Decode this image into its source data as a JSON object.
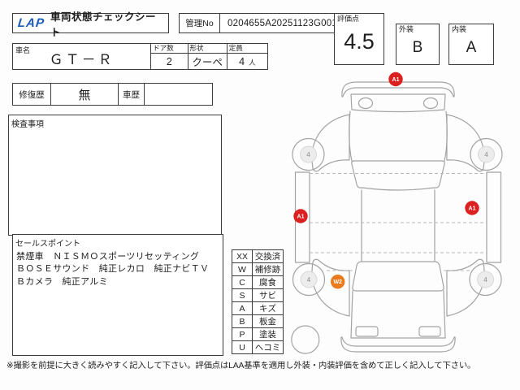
{
  "header": {
    "logo": "LAP",
    "title": "車両状態チェックシート",
    "control_no_label": "管理No",
    "control_no_value": "0204655A20251123G001"
  },
  "scores": {
    "overall_label": "評価点",
    "overall_value": "4.5",
    "exterior_label": "外装",
    "exterior_value": "B",
    "interior_label": "内装",
    "interior_value": "A"
  },
  "vehicle": {
    "name_label": "車名",
    "name_value": "ＧＴ－Ｒ",
    "doors_label": "ドア数",
    "doors_value": "2",
    "shape_label": "形状",
    "shape_value": "クーペ",
    "capacity_label": "定員",
    "capacity_value": "4",
    "capacity_unit": "人"
  },
  "history": {
    "repair_label": "修復歴",
    "repair_value": "無",
    "history_label": "車歴",
    "history_value": ""
  },
  "inspection": {
    "label": "検査事項",
    "content": ""
  },
  "sales_points": {
    "label": "セールスポイント",
    "lines": [
      "禁煙車　ＮＩＳＭＯスポーツリセッティング",
      "ＢＯＳＥサウンド　純正レカロ　純正ナビＴＶ",
      "Ｂカメラ　純正アルミ"
    ]
  },
  "legend": {
    "rows": [
      {
        "code": "XX",
        "label": "交換済"
      },
      {
        "code": "W",
        "label": "補修跡"
      },
      {
        "code": "C",
        "label": "腐食"
      },
      {
        "code": "S",
        "label": "サビ"
      },
      {
        "code": "A",
        "label": "キズ"
      },
      {
        "code": "B",
        "label": "板金"
      },
      {
        "code": "P",
        "label": "塗装"
      },
      {
        "code": "U",
        "label": "ヘコミ"
      }
    ]
  },
  "diagram": {
    "wheel_label": "4",
    "markers": {
      "top": {
        "label": "A1",
        "color": "#dc1f1f"
      },
      "left": {
        "label": "A1",
        "color": "#dc1f1f"
      },
      "right": {
        "label": "A1",
        "color": "#dc1f1f"
      },
      "wheel": {
        "label": "W2",
        "color": "#e97b1e"
      }
    }
  },
  "footer": {
    "note": "※撮影を前提に大きく読みやすく記入して下さい。評価点はLAA基準を適用し外装・内装評価を含めて正しく記入して下さい。"
  }
}
